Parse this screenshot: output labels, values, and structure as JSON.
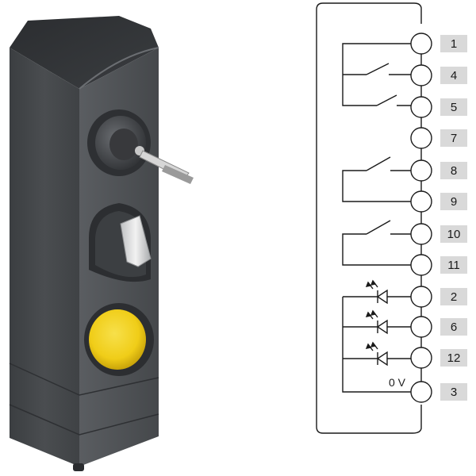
{
  "device": {
    "name": "safety-switch-device",
    "body_color": "#4a4d50",
    "button_color": "#f2d21c"
  },
  "diagram": {
    "line_color": "#1a1a1a",
    "label_bg": "#d9d9d9",
    "terminals": [
      "1",
      "4",
      "5",
      "7",
      "8",
      "9",
      "10",
      "11",
      "2",
      "6",
      "12",
      "3"
    ],
    "zero_volt_label": "0 V"
  }
}
